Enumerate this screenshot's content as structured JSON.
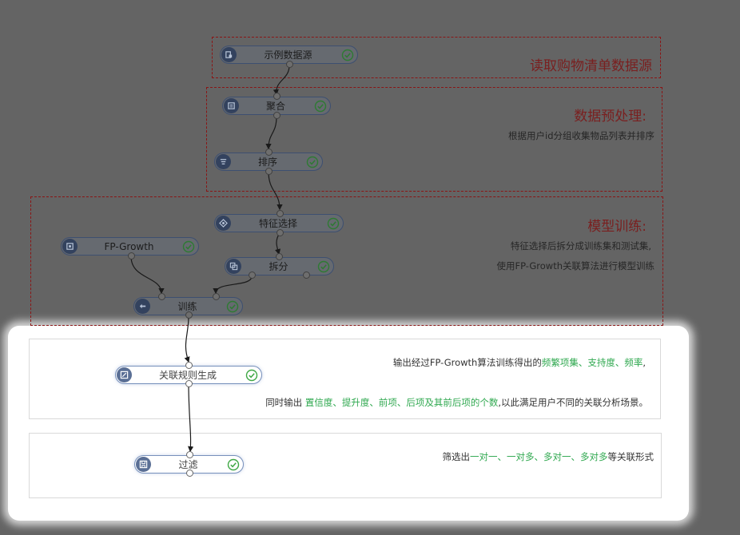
{
  "groups": {
    "read": {
      "title": "读取购物清单数据源"
    },
    "preprocess": {
      "title": "数据预处理:",
      "desc": "根据用户id分组收集物品列表并排序"
    },
    "train": {
      "title": "模型训练:",
      "desc1": "特征选择后拆分成训练集和测试集,",
      "desc2": "使用FP-Growth关联算法进行模型训练"
    }
  },
  "panels": {
    "rules": {
      "line1_prefix": "输出经过FP-Growth算法训练得出的",
      "line1_highlight": "频繁项集、支持度、频率",
      "line1_suffix": ",",
      "line2_prefix": "同时输出 ",
      "line2_highlight": "置信度、提升度、前项、后项及其前后项的个数",
      "line2_suffix": ",以此满足用户不同的关联分析场景。"
    },
    "filter": {
      "prefix": "筛选出",
      "highlight": "一对一、一对多、多对一、多对多",
      "suffix": "等关联形式"
    }
  },
  "nodes": {
    "sample_source": {
      "label": "示例数据源",
      "icon": "database-icon"
    },
    "aggregate": {
      "label": "聚合",
      "icon": "aggregate-icon"
    },
    "sort": {
      "label": "排序",
      "icon": "sort-icon"
    },
    "feature_select": {
      "label": "特征选择",
      "icon": "feature-select-icon"
    },
    "fp_growth": {
      "label": "FP-Growth",
      "icon": "model-icon"
    },
    "split": {
      "label": "拆分",
      "icon": "split-icon"
    },
    "train": {
      "label": "训练",
      "icon": "train-icon"
    },
    "rule_gen": {
      "label": "关联规则生成",
      "icon": "rule-icon"
    },
    "filter": {
      "label": "过滤",
      "icon": "filter-icon"
    }
  },
  "colors": {
    "overlay": "#646464",
    "group_border": "#8a1515",
    "group_title": "#7a1f1f",
    "highlight": "#2fa84f",
    "node_border": "#41577d",
    "check": "#3fa845"
  }
}
